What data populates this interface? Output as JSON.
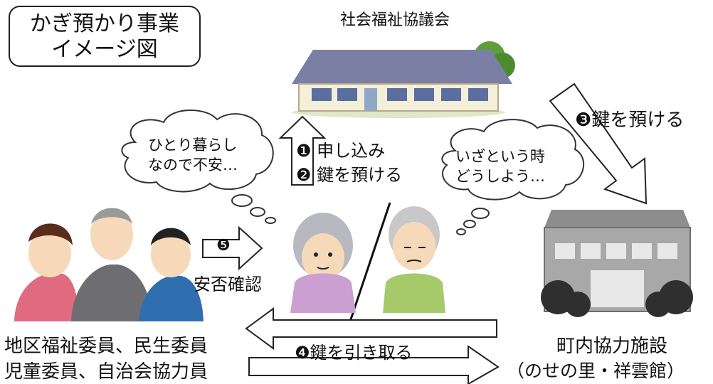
{
  "title": {
    "line1": "かぎ預かり事業",
    "line2": "イメージ図"
  },
  "council": {
    "label": "社会福祉協議会"
  },
  "steps": {
    "s1": {
      "num": "❶",
      "text": "申し込み"
    },
    "s2": {
      "num": "❷",
      "text": "鍵を預ける"
    },
    "s3": {
      "num": "❸",
      "text": "鍵を預ける"
    },
    "s4": {
      "num": "❹",
      "text": "鍵を引き取る"
    },
    "s5": {
      "num": "❺",
      "text": "安否確認"
    }
  },
  "thoughts": {
    "grandma": {
      "line1": "ひとり暮らし",
      "line2": "なので不安…"
    },
    "grandpa": {
      "line1": "いざという時",
      "line2": "どうしよう…"
    }
  },
  "volunteers": {
    "line1": "地区福祉委員、民生委員",
    "line2": "児童委員、自治会協力員"
  },
  "facility": {
    "line1": "町内協力施設",
    "line2": "（のせの里・祥雲館）"
  },
  "colors": {
    "roof": "#7b7fa6",
    "wall": "#f4efd9",
    "facility": "#9a9a9a",
    "tree": "#2f2f2f"
  },
  "icons": {
    "council_building": "building-icon",
    "facility_building": "facility-icon"
  }
}
